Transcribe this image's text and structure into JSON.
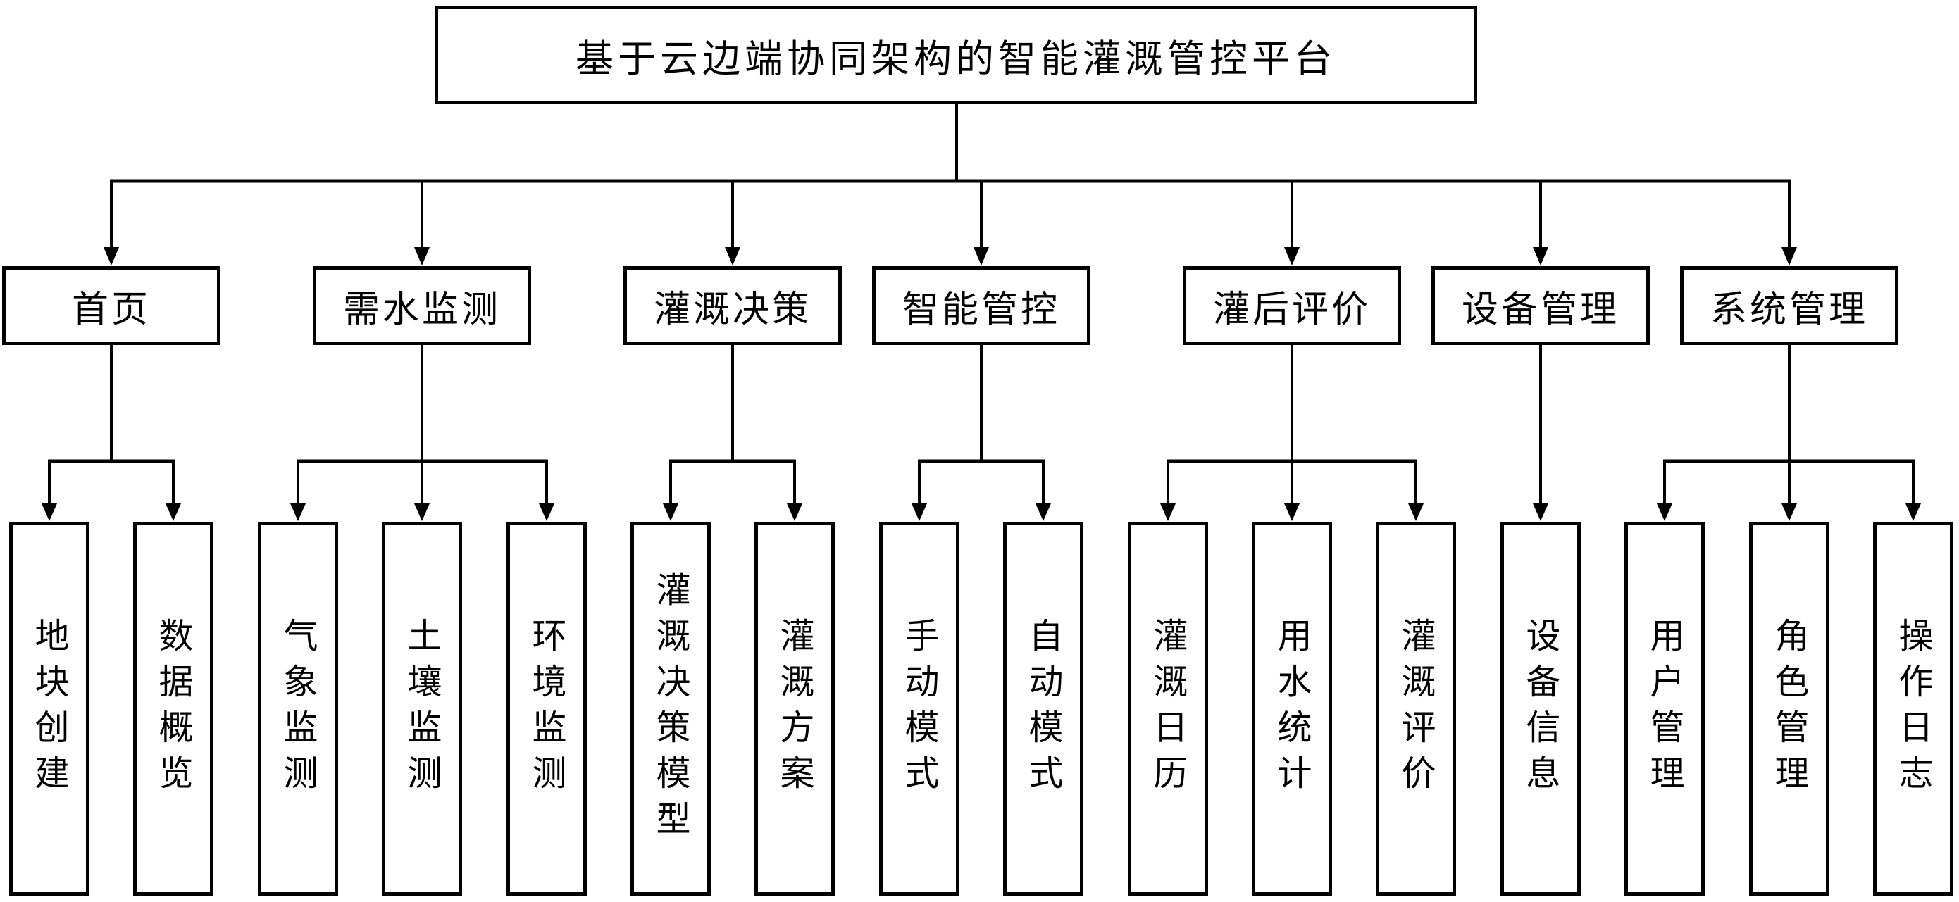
{
  "page": {
    "background_color": "#ffffff",
    "line_color": "#000000",
    "text_color": "#000000"
  },
  "diagram": {
    "type": "hierarchy-flowchart",
    "root": {
      "label": "基于云边端协同架构的智能灌溉管控平台"
    },
    "branches": [
      {
        "label": "首页",
        "children": [
          "地块创建",
          "数据概览"
        ]
      },
      {
        "label": "需水监测",
        "children": [
          "气象监测",
          "土壤监测",
          "环境监测"
        ]
      },
      {
        "label": "灌溉决策",
        "children": [
          "灌溉决策模型",
          "灌溉方案"
        ]
      },
      {
        "label": "智能管控",
        "children": [
          "手动模式",
          "自动模式"
        ]
      },
      {
        "label": "灌后评价",
        "children": [
          "灌溉日历",
          "用水统计",
          "灌溉评价"
        ]
      },
      {
        "label": "设备管理",
        "children": [
          "设备信息"
        ]
      },
      {
        "label": "系统管理",
        "children": [
          "用户管理",
          "角色管理",
          "操作日志"
        ]
      }
    ]
  }
}
